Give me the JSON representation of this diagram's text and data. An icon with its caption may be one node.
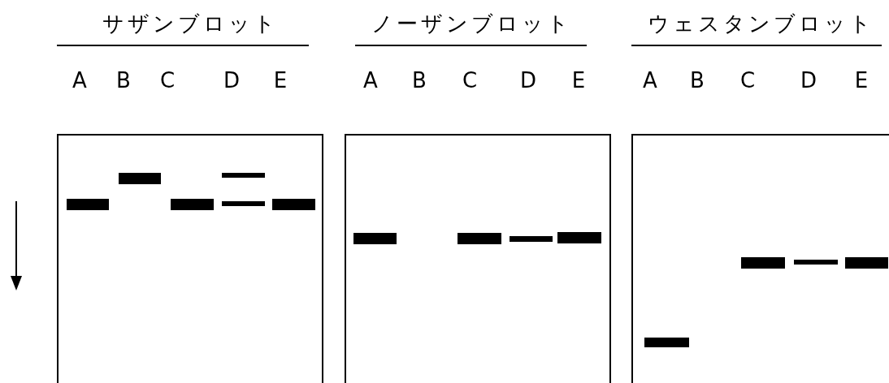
{
  "diagram": {
    "labels": [
      "サザンブロット",
      "ノーザンブロット",
      "ウェスタンブロット",
      "A",
      "B",
      "C",
      "D",
      "E",
      "A",
      "B",
      "C",
      "D",
      "E",
      "A",
      "B",
      "C",
      "D",
      "E"
    ]
  }
}
